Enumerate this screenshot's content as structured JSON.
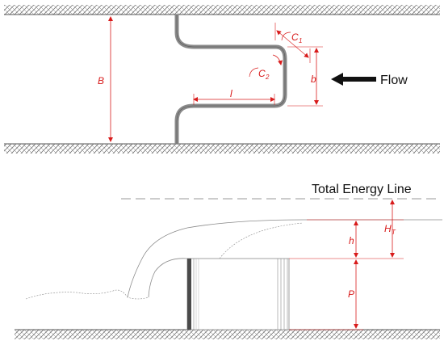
{
  "plan_view": {
    "labels": {
      "width": "B",
      "cycle_length": "l",
      "apex_width": "b",
      "crest_1": "C",
      "crest_1_sub": "1",
      "crest_2": "C",
      "crest_2_sub": "2"
    },
    "flow_label": "Flow"
  },
  "section_view": {
    "energy_line_label": "Total Energy Line",
    "labels": {
      "total_head": "H",
      "total_head_sub": "T",
      "head": "h",
      "weir_height": "P"
    }
  },
  "colors": {
    "dimension": "#d81b1b",
    "wall": "#8a8a8a",
    "outline": "#555555",
    "text": "#111111"
  }
}
